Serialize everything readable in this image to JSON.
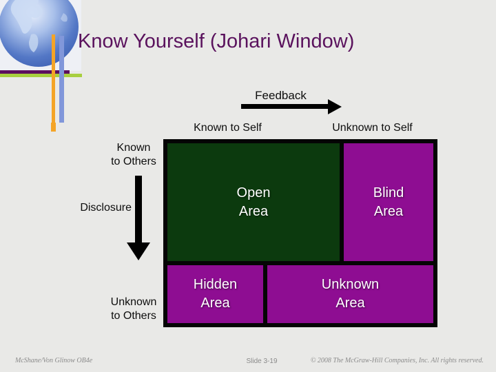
{
  "slide": {
    "title": "Know Yourself (Johari Window)"
  },
  "diagram": {
    "feedback_arrow_label": "Feedback",
    "column_headers": {
      "left": "Known to Self",
      "right": "Unknown to Self"
    },
    "row_labels": {
      "top": "Known\nto Others",
      "bottom": "Unknown\nto Others"
    },
    "disclosure_arrow_label": "Disclosure",
    "quadrants": {
      "open": {
        "label": "Open\nArea",
        "color": "#0c3a0e"
      },
      "blind": {
        "label": "Blind\nArea",
        "color": "#8e0d92"
      },
      "hidden": {
        "label": "Hidden\nArea",
        "color": "#8e0d92"
      },
      "unknown": {
        "label": "Unknown\nArea",
        "color": "#8e0d92"
      }
    }
  },
  "footer": {
    "credit": "McShane/Von Glinow OB4e",
    "slide_number": "Slide 3-19",
    "copyright": "© 2008 The McGraw-Hill Companies, Inc. All rights reserved."
  },
  "theme": {
    "title_color": "#5a125d",
    "background_color": "#e9e9e7",
    "arrow_color": "#000000",
    "quadrant_text_color": "#ffffff",
    "accent_lines": {
      "purple": "#5c0e5e",
      "green": "#a8cf3f",
      "orange": "#f4a427",
      "periwinkle": "#8197da"
    }
  },
  "icons": {
    "globe_logo": "globe-icon"
  }
}
